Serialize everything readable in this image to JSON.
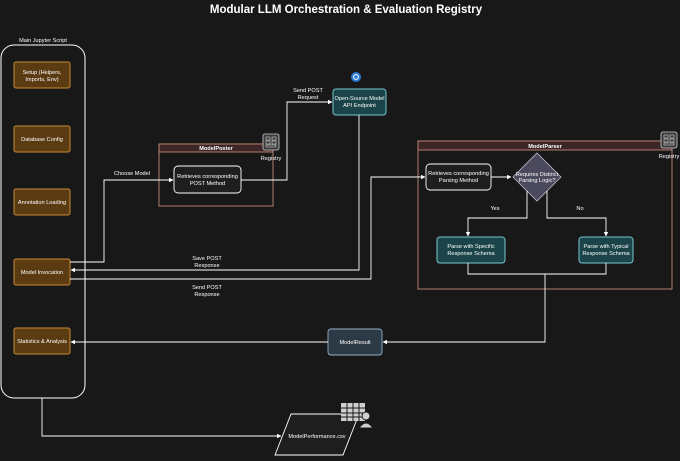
{
  "title": "Modular LLM Orchestration & Evaluation Registry",
  "main_script": {
    "label": "Main Jupyter Script",
    "steps": [
      "Setup (Helpers,",
      "Imports, Env)",
      "Database Config",
      "Annotation Loading",
      "Model Invocation",
      "Statistics & Analysis"
    ]
  },
  "model_poster": {
    "header": "ModelPoster",
    "node_line1": "Retrieves corresponding",
    "node_line2": "POST Method",
    "registry_label": "Registry"
  },
  "api_endpoint": {
    "line1": "Open-Source Model",
    "line2": "API Endpoint"
  },
  "model_parser": {
    "header": "ModelParser",
    "retrieve_line1": "Retrieves corresponding",
    "retrieve_line2": "Parsing Method",
    "decision_line1": "Requires Distinct",
    "decision_line2": "Parsing Logic?",
    "yes_label": "Yes",
    "no_label": "No",
    "specific_line1": "Parse with Specific",
    "specific_line2": "Response Schema",
    "typical_line1": "Parse with Typical",
    "typical_line2": "Response Schema",
    "registry_label": "Registry"
  },
  "model_result": "ModelResult",
  "output_file": "ModelPerformance.csv",
  "edge_labels": {
    "choose_model": "Choose Model",
    "send_post_1": "Send POST",
    "send_post_2": "Request",
    "save_post_1": "Save POST",
    "save_post_2": "Response",
    "send_resp_1": "Send POST",
    "send_resp_2": "Response"
  },
  "colors": {
    "background": "#181818",
    "step_fill": "#5a3b12",
    "step_stroke": "#c98a32",
    "container_stroke": "#c08a78",
    "container_header": "#3c2626",
    "teal_fill": "#1a434a",
    "teal_stroke": "#77c7cf",
    "decision_fill": "#4a4a5c",
    "result_fill": "#2c3a46",
    "result_stroke": "#8fb0c8"
  }
}
